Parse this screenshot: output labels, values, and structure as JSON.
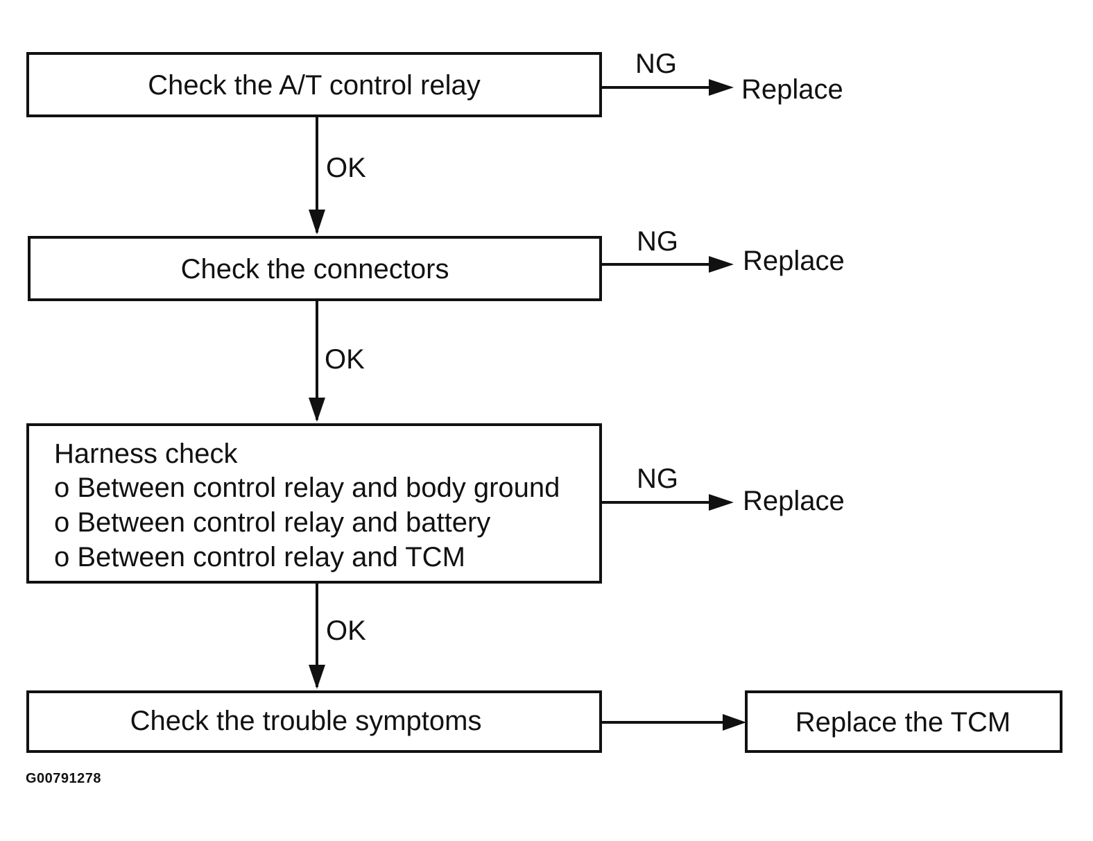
{
  "steps": {
    "relay": "Check the A/T control relay",
    "connectors": "Check the connectors",
    "harness": {
      "title": "Harness check",
      "items": [
        "o Between control relay and body ground",
        "o Between control relay and battery",
        "o Between control relay and TCM"
      ]
    },
    "symptoms": "Check the trouble symptoms",
    "replace_tcm": "Replace the TCM"
  },
  "edges": {
    "ok": "OK",
    "ng": "NG",
    "replace": "Replace"
  },
  "figure_id": "G00791278"
}
